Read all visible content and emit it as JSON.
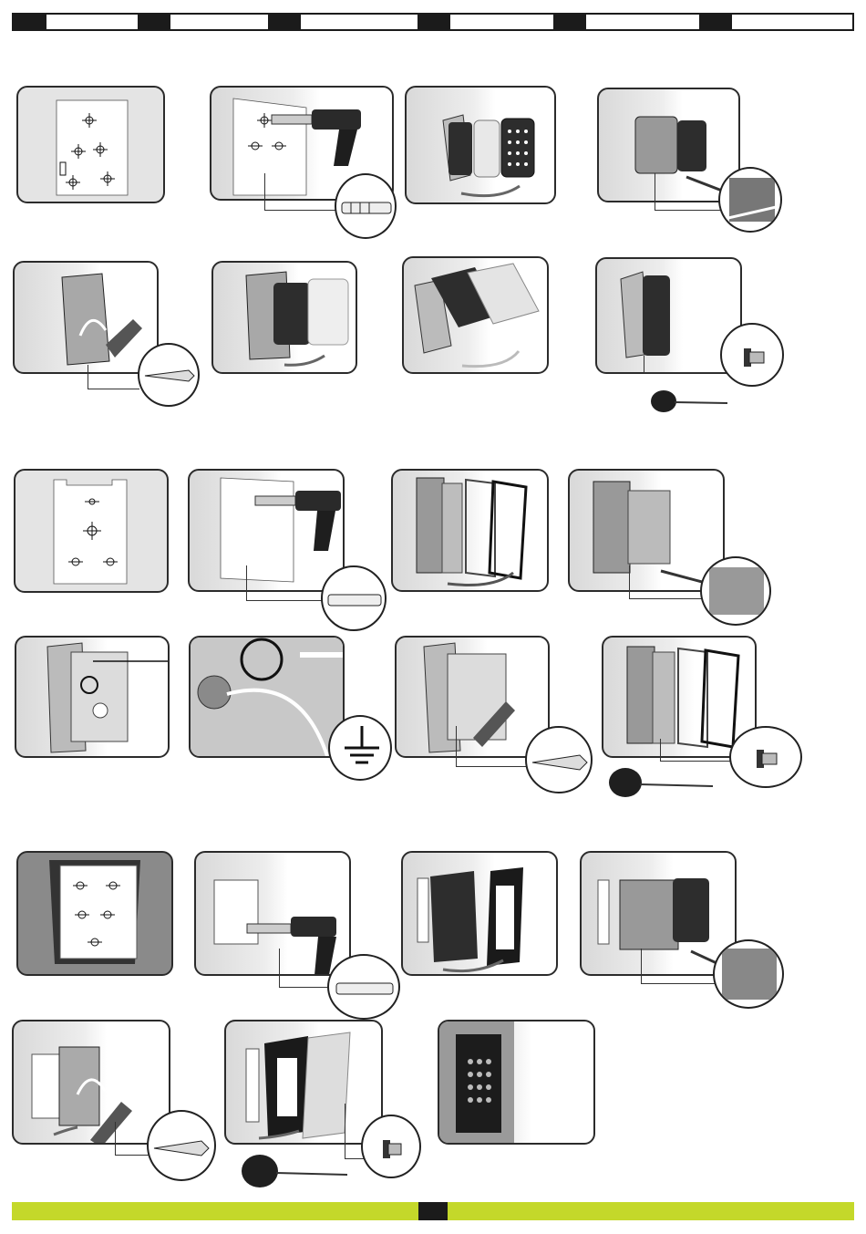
{
  "header": {
    "segments": 6
  },
  "footer": {
    "bar_color": "#c4d82a",
    "tab_color": "#1b1b1b"
  },
  "sections": [
    {
      "name": "surface-mount-keypad",
      "steps": 8
    },
    {
      "name": "surface-mount-keypad-earth",
      "steps": 8
    },
    {
      "name": "flush-mount-keypad",
      "steps": 7
    }
  ],
  "icons": [
    "drill-icon",
    "wall-plug-icon",
    "screw-icon",
    "screwdriver-icon",
    "earth-ground-icon",
    "keypad-icon",
    "template-icon"
  ]
}
